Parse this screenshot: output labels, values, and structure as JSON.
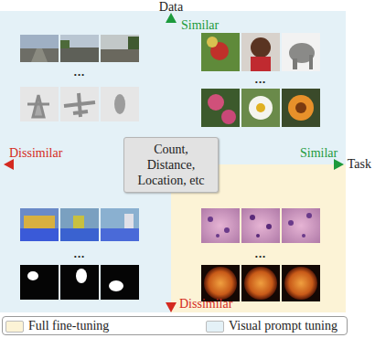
{
  "diagram": {
    "nodes": [
      {
        "text": [
          "Count, Distance, Location, etc"
        ]
      }
    ],
    "labels": [
      "Data",
      "Similar",
      "Dissimilar",
      "Task",
      "Similar",
      "Dissimilar",
      "•••",
      "•••",
      "•••",
      "•••"
    ],
    "legend": [
      {
        "text": "Full fine-tuning",
        "color": "#fcf3d6"
      },
      {
        "text": "Visual prompt tuning",
        "color": "#e4f1f7"
      }
    ]
  }
}
